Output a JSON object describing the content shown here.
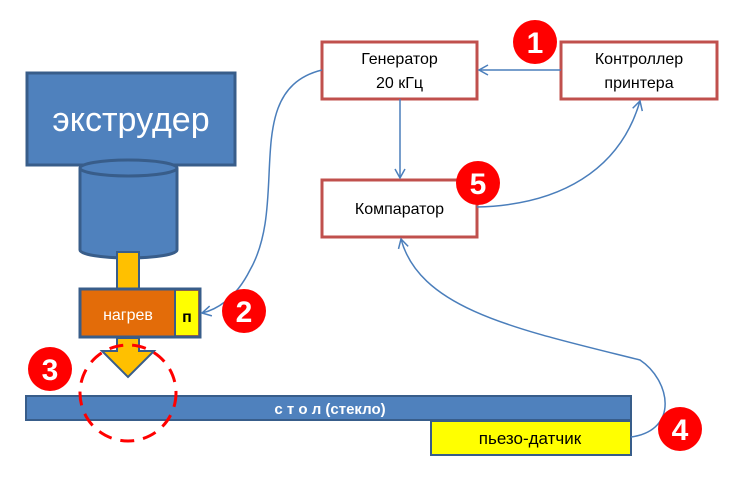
{
  "extruder": {
    "label": "экструдер"
  },
  "heater": {
    "label": "нагрев",
    "sensor_label": "п"
  },
  "table": {
    "label": "с т о л (стекло)"
  },
  "piezo": {
    "label": "пьезо-датчик"
  },
  "generator": {
    "line1": "Генератор",
    "line2": "20 кГц"
  },
  "controller": {
    "line1": "Контроллер",
    "line2": "принтера"
  },
  "comparator": {
    "label": "Компаратор"
  },
  "markers": {
    "m1": "1",
    "m2": "2",
    "m3": "3",
    "m4": "4",
    "m5": "5"
  },
  "colors": {
    "blue": "#4f81bd",
    "blue_border": "#385d8a",
    "orange": "#e36c09",
    "yellow": "#ffff00",
    "gold": "#ffc000",
    "red": "#ff0000",
    "box_border": "#c0504d"
  }
}
